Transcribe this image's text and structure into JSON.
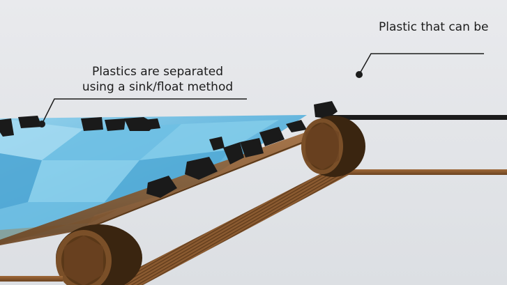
{
  "annotations": {
    "sink_float": {
      "line1": "Plastics are separated",
      "line2": "using a sink/float method"
    },
    "floating_plastic": {
      "text": "Plastic that can be"
    }
  },
  "colors": {
    "background": "#e4e6ea",
    "water": "#62b8de",
    "belt": "#8a5a30",
    "plastic": "#1a1a1a",
    "text": "#1c1c1c"
  }
}
